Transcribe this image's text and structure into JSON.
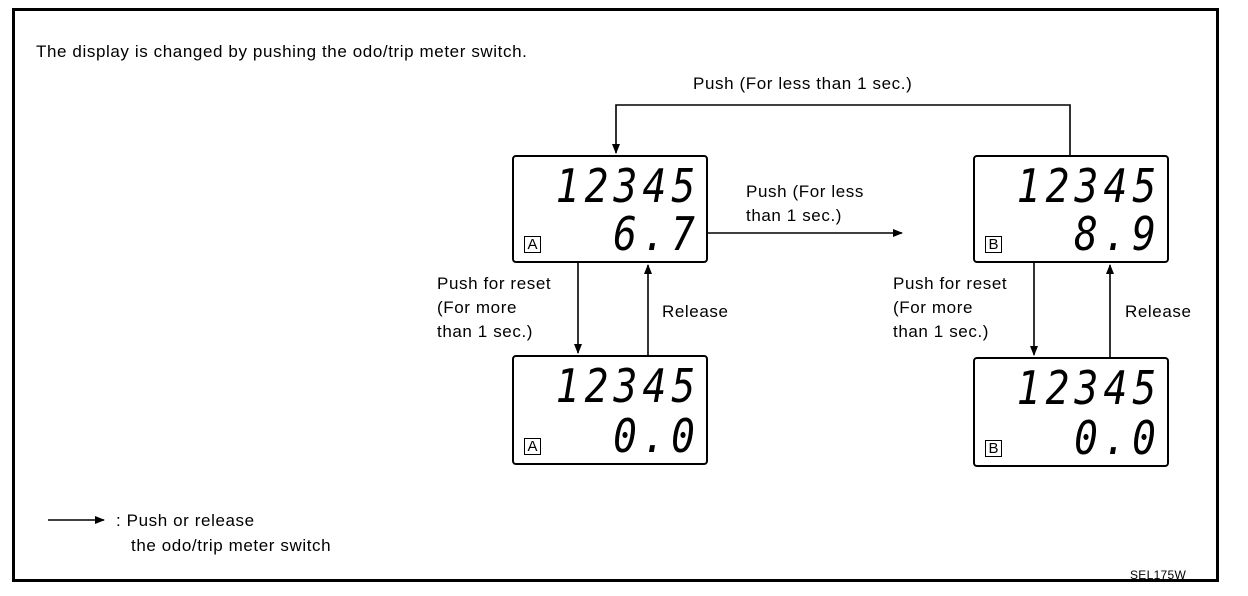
{
  "intro": "The display is changed by pushing the odo/trip meter switch.",
  "top_arrow_label": "Push (For less than 1 sec.)",
  "middle_arrow_label": [
    "Push (For less",
    "than 1 sec.)"
  ],
  "reset_label": [
    "Push for reset",
    "(For more",
    "than 1 sec.)"
  ],
  "release_label": "Release",
  "displays": {
    "a_top": {
      "odo": "12345",
      "badge": "A",
      "trip": "6.7"
    },
    "a_bottom": {
      "odo": "12345",
      "badge": "A",
      "trip": "0.0"
    },
    "b_top": {
      "odo": "12345",
      "badge": "B",
      "trip": "8.9"
    },
    "b_bottom": {
      "odo": "12345",
      "badge": "B",
      "trip": "0.0"
    }
  },
  "legend": {
    "line1": ": Push or release",
    "line2": "the odo/trip meter switch"
  },
  "figure_code": "SEL175W"
}
